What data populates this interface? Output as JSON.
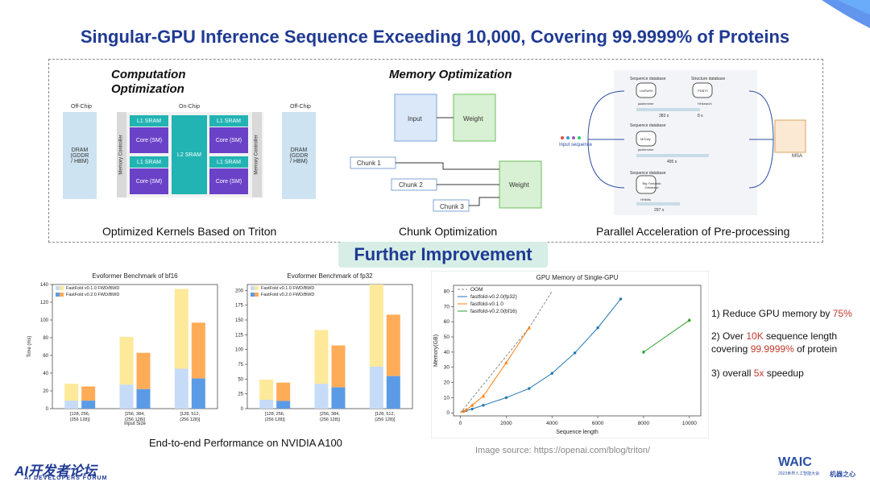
{
  "title": "Singular-GPU Inference Sequence Exceeding 10,000, Covering 99.9999% of Proteins",
  "sections": {
    "computation": {
      "heading": "Computation\nOptimization",
      "caption": "Optimized Kernels Based on Triton",
      "off_chip": "Off-Chip",
      "on_chip": "On-Chip",
      "dram": "DRAM\n(GDDR\n/ HBM)",
      "memory_controller": "Memory Controller",
      "l1": "L1 SRAM",
      "core": "Core (SM)",
      "l2": "L2 SRAM"
    },
    "memory": {
      "heading": "Memory Optimization",
      "caption": "Chunk Optimization",
      "input": "Input",
      "weight": "Weight",
      "chunk1": "Chunk 1",
      "chunk2": "Chunk 2",
      "chunk3": "Chunk 3"
    },
    "parallel": {
      "caption": "Parallel Acceleration of Pre-processing",
      "seq_db": "Sequence database",
      "struct_db": "Structure database",
      "input_sequence": "Input sequence",
      "msa": "MSA",
      "t1": "383 s",
      "t2": "8 s",
      "t3": "495 s",
      "t4": "297 s",
      "db1": "UniRef90",
      "db2": "PDB70",
      "db3": "MGnify",
      "db4": "Big Fantastic Database",
      "tool1": "jackhmmer",
      "tool2": "HHsearch",
      "tool3": "jackhmmer",
      "tool4": "HHblits"
    }
  },
  "further_improvement": "Further Improvement",
  "chart_data": [
    {
      "type": "bar",
      "title": "Evoformer Benchmark of bf16",
      "ylabel": "Time (ms)",
      "xlabel": "Input Size",
      "ylim": [
        0,
        140
      ],
      "yticks": [
        0,
        20,
        40,
        60,
        80,
        100,
        120,
        140
      ],
      "categories": [
        "[128, 256, (256 128)]",
        "[256, 384, (256 128)]",
        "[128, 512, (256 128)]"
      ],
      "series": [
        {
          "name": "FastFold v0.1.0 FWD/BWD",
          "fwd": [
            9,
            27,
            45
          ],
          "total": [
            28,
            81,
            135
          ],
          "colors": [
            "#c6dbf7",
            "#fde99a"
          ]
        },
        {
          "name": "FastFold v0.2.0 FWD/BWD",
          "fwd": [
            9,
            22,
            34
          ],
          "total": [
            25,
            63,
            97
          ],
          "colors": [
            "#5b9be6",
            "#ffac59"
          ]
        }
      ]
    },
    {
      "type": "bar",
      "title": "Evoformer Benchmark of fp32",
      "ylabel": "",
      "xlabel": "",
      "ylim": [
        0,
        210
      ],
      "yticks": [
        0,
        25,
        50,
        75,
        100,
        125,
        150,
        175,
        200
      ],
      "categories": [
        "[128, 256, (256 128)]",
        "[256, 384, (256 128)]",
        "[128, 512, (256 128)]"
      ],
      "series": [
        {
          "name": "FastFold v0.1.0 FWD/BWD",
          "fwd": [
            15,
            42,
            71
          ],
          "total": [
            49,
            133,
            210
          ],
          "colors": [
            "#c6dbf7",
            "#fde99a"
          ]
        },
        {
          "name": "FastFold v0.2.0 FWD/BWD",
          "fwd": [
            13,
            36,
            55
          ],
          "total": [
            44,
            107,
            159
          ],
          "colors": [
            "#5b9be6",
            "#ffac59"
          ]
        }
      ]
    },
    {
      "type": "line",
      "title": "GPU Memory of Single-GPU",
      "xlabel": "Sequence length",
      "ylabel": "Memory(GB)",
      "xlim": [
        -300,
        10500
      ],
      "ylim": [
        -2,
        84
      ],
      "xticks": [
        0,
        2000,
        4000,
        6000,
        8000,
        10000
      ],
      "yticks": [
        0,
        10,
        20,
        30,
        40,
        50,
        60,
        70,
        80
      ],
      "series": [
        {
          "name": "OOM",
          "color": "#888888",
          "dashed": true,
          "x": [
            0,
            3000,
            4000
          ],
          "y": [
            0,
            56,
            80
          ]
        },
        {
          "name": "fastfold-v0.2.0(fp32)",
          "color": "#1f77b4",
          "marker": "circle",
          "x": [
            128,
            256,
            512,
            1000,
            2000,
            3000,
            4000,
            5000,
            6000,
            7000
          ],
          "y": [
            1,
            1.5,
            2.5,
            5,
            10,
            16,
            26,
            39.5,
            56,
            75
          ]
        },
        {
          "name": "fastfold-v0.1.0",
          "color": "#ff7f0e",
          "marker": "triangle",
          "x": [
            128,
            256,
            512,
            1000,
            2000,
            3000
          ],
          "y": [
            1,
            2,
            5,
            11,
            33,
            56
          ]
        },
        {
          "name": "fastfold-v0.2.0(bf16)",
          "color": "#2ca02c",
          "marker": "diamond",
          "x": [
            8000,
            10000
          ],
          "y": [
            40,
            61
          ]
        }
      ]
    }
  ],
  "bottom_caption": "End-to-end Performance on NVIDIA A100",
  "bullets": [
    {
      "pre": "1) Reduce GPU memory by ",
      "hl": "75%",
      "post": ""
    },
    {
      "pre": "2) Over ",
      "hl": "10K",
      "post": " sequence length"
    },
    {
      "pre": "covering ",
      "hl": "99.9999%",
      "post": " of protein"
    },
    {
      "pre": "3) overall ",
      "hl": "5x",
      "post": " speedup"
    }
  ],
  "source": "Image source: https://openai.com/blog/triton/",
  "footer": {
    "brand": "AI开发者论坛",
    "brand_en": "AI DEVELOPERS FORUM",
    "waic": "WAIC",
    "waic_sub": "2023世界人工智能大会",
    "logo2": "机器之心"
  },
  "colors": {
    "accent": "#1f3a93",
    "highlight": "#c0392b",
    "teal": "#22b3b3",
    "purple": "#6a42c8"
  }
}
